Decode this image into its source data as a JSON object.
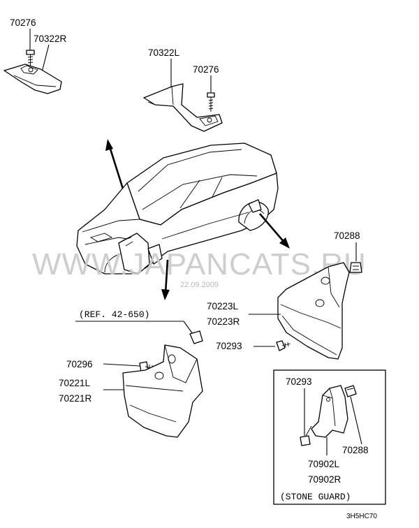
{
  "labels": {
    "top_left_screw": "70276",
    "top_left_bracket": "70322R",
    "top_mid_bracket": "70322L",
    "top_mid_screw": "70276",
    "right_clip": "70288",
    "rear_flap_l": "70223L",
    "rear_flap_r": "70223R",
    "rear_screw": "70293",
    "ref": "(REF. 42-650)",
    "front_screw": "70296",
    "front_flap_l": "70221L",
    "front_flap_r": "70221R",
    "box_screw": "70293",
    "box_clip": "70288",
    "box_guard_l": "70902L",
    "box_guard_r": "70902R",
    "box_caption": "(STONE GUARD)",
    "diagram_code": "3H5HC70"
  },
  "watermark": {
    "text": "WWW.JAPANCATS.RU",
    "date": "22.09.2009"
  }
}
